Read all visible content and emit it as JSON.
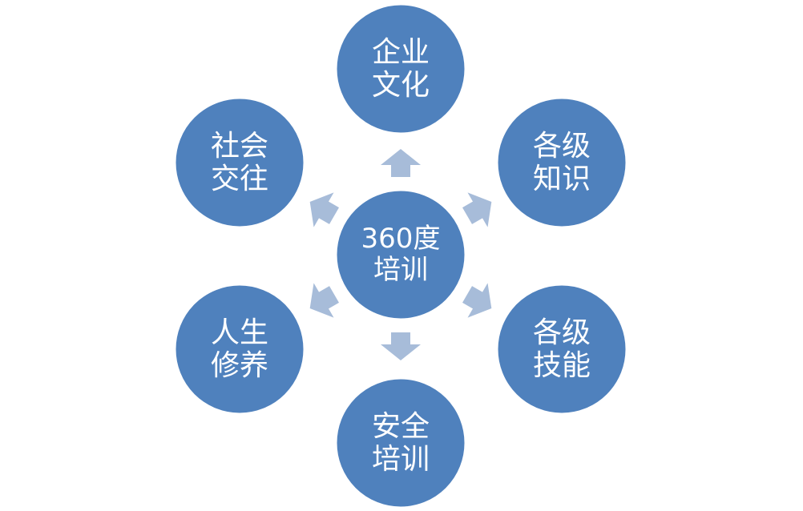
{
  "diagram": {
    "center": {
      "line1": "360度",
      "line2": "培训"
    },
    "nodes": [
      {
        "id": "culture",
        "line1": "企业",
        "line2": "文化"
      },
      {
        "id": "knowledge",
        "line1": "各级",
        "line2": "知识"
      },
      {
        "id": "skills",
        "line1": "各级",
        "line2": "技能"
      },
      {
        "id": "safety",
        "line1": "安全",
        "line2": "培训"
      },
      {
        "id": "cultivation",
        "line1": "人生",
        "line2": "修养"
      },
      {
        "id": "social",
        "line1": "社会",
        "line2": "交往"
      }
    ]
  },
  "colors": {
    "circle_fill": "#4f81bd",
    "circle_stroke": "#ffffff",
    "arrow_fill": "#a7bcd9",
    "text": "#ffffff",
    "background": "#ffffff"
  }
}
